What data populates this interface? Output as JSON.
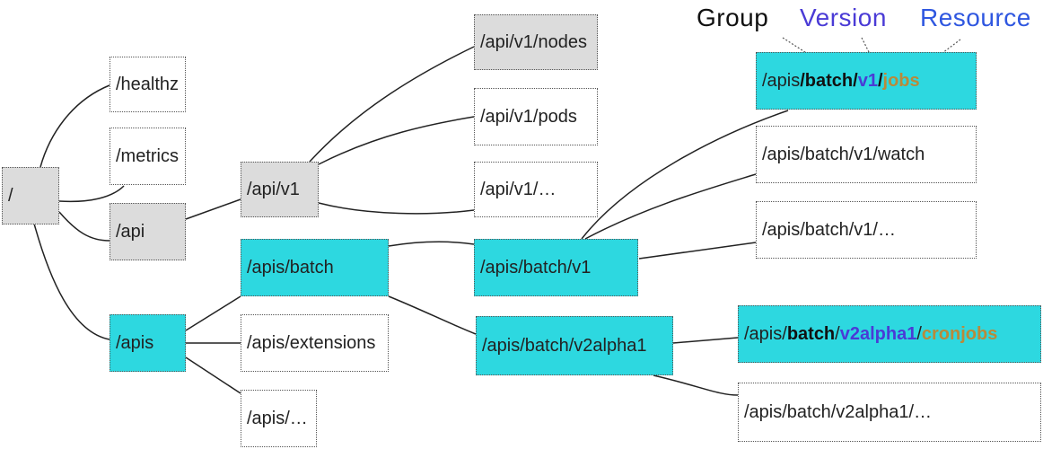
{
  "legend": {
    "group": "Group",
    "version": "Version",
    "resource": "Resource",
    "colors": {
      "group": "#111111",
      "version": "#4a3bd6",
      "resource": "#2f57e0"
    }
  },
  "nodes": {
    "root": "/",
    "healthz": "/healthz",
    "metrics": "/metrics",
    "api": "/api",
    "apis": "/apis",
    "api_v1": "/api/v1",
    "apis_batch": "/apis/batch",
    "apis_extensions": "/apis/extensions",
    "apis_etc": "/apis/…",
    "api_v1_nodes": "/api/v1/nodes",
    "api_v1_pods": "/api/v1/pods",
    "api_v1_etc": "/api/v1/…",
    "apis_batch_v1": "/apis/batch/v1",
    "apis_batch_v2alpha1": "/apis/batch/v2alpha1",
    "jobs_path": {
      "prefix": "/apis",
      "group": "/batch/",
      "version": "v1",
      "sep": "/",
      "resource": "jobs"
    },
    "apis_batch_v1_watch": "/apis/batch/v1/watch",
    "apis_batch_v1_etc": "/apis/batch/v1/…",
    "cronjobs_path": {
      "prefix": "/apis/",
      "group": "batch",
      "sep1": "/",
      "version": "v2alpha1",
      "sep2": "/",
      "resource": "cronjobs"
    },
    "apis_batch_v2alpha1_etc": "/apis/batch/v2alpha1/…"
  },
  "colors": {
    "gray_fill": "#dcdcdc",
    "cyan_fill": "#2dd8e0",
    "version_text": "#4a3bd6",
    "resource_text": "#b98a3a"
  }
}
